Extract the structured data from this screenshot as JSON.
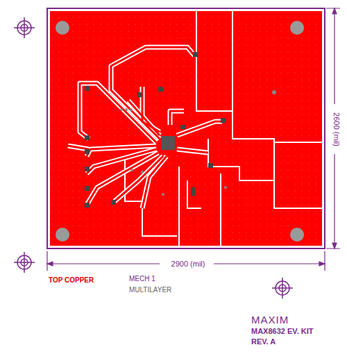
{
  "diagram": {
    "labels": [
      "2600 (mil)",
      "2900 (mil)",
      "TOP COPPER",
      "MECH 1",
      "MULTILAYER",
      "MAXIM",
      "MAX8632 EV. KIT",
      "REV. A"
    ]
  }
}
